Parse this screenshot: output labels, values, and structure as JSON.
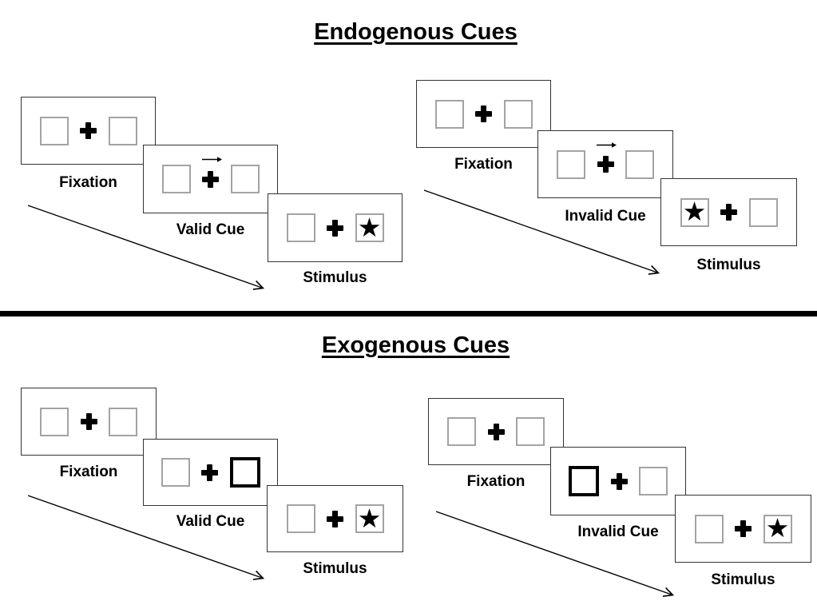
{
  "diagram": "posner-spatial-cueing-paradigm",
  "colors": {
    "background": "#ffffff",
    "panel_border": "#333333",
    "box_border_gray": "#a3a3a3",
    "cue_box_border": "#000000",
    "symbol_black": "#000000",
    "divider": "#000000"
  },
  "symbols": {
    "target_star": "★",
    "fixation_cross": "+",
    "cue_arrow_direction": "right"
  },
  "sections": [
    {
      "id": "endogenous",
      "title": "Endogenous Cues",
      "cue_style": "central-arrow-above-fixation",
      "sequences": [
        {
          "id": "endo-valid",
          "frames": [
            {
              "label": "Fixation",
              "left_box": "empty",
              "right_box": "empty",
              "cue": "none"
            },
            {
              "label": "Valid Cue",
              "left_box": "empty",
              "right_box": "empty",
              "cue": "arrow-right"
            },
            {
              "label": "Stimulus",
              "left_box": "empty",
              "right_box": "star",
              "cue": "none"
            }
          ]
        },
        {
          "id": "endo-invalid",
          "frames": [
            {
              "label": "Fixation",
              "left_box": "empty",
              "right_box": "empty",
              "cue": "none"
            },
            {
              "label": "Invalid Cue",
              "left_box": "empty",
              "right_box": "empty",
              "cue": "arrow-right"
            },
            {
              "label": "Stimulus",
              "left_box": "star",
              "right_box": "empty",
              "cue": "none"
            }
          ]
        }
      ]
    },
    {
      "id": "exogenous",
      "title": "Exogenous Cues",
      "cue_style": "peripheral-box-highlight",
      "sequences": [
        {
          "id": "exo-valid",
          "frames": [
            {
              "label": "Fixation",
              "left_box": "empty",
              "right_box": "empty",
              "cue": "none"
            },
            {
              "label": "Valid Cue",
              "left_box": "empty",
              "right_box": "empty",
              "cue": "highlight-right-box"
            },
            {
              "label": "Stimulus",
              "left_box": "empty",
              "right_box": "star",
              "cue": "none"
            }
          ]
        },
        {
          "id": "exo-invalid",
          "frames": [
            {
              "label": "Fixation",
              "left_box": "empty",
              "right_box": "empty",
              "cue": "none"
            },
            {
              "label": "Invalid Cue",
              "left_box": "empty",
              "right_box": "empty",
              "cue": "highlight-left-box"
            },
            {
              "label": "Stimulus",
              "left_box": "empty",
              "right_box": "star",
              "cue": "none"
            }
          ]
        }
      ]
    }
  ]
}
